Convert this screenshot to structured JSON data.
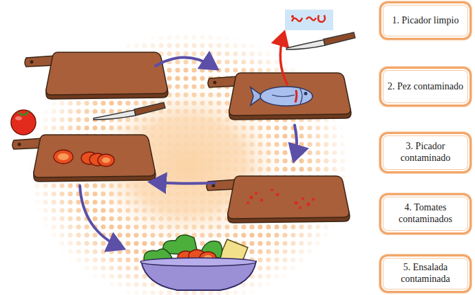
{
  "diagram": {
    "nodes": [
      {
        "text": [
          "1. Picador limpio"
        ]
      },
      {
        "text": [
          "2. Pez contaminado"
        ]
      },
      {
        "text": [
          "3. Picador contaminado"
        ]
      },
      {
        "text": [
          "4. Tomates contaminados"
        ]
      },
      {
        "text": [
          "5. Ensalada contaminada"
        ]
      }
    ]
  }
}
